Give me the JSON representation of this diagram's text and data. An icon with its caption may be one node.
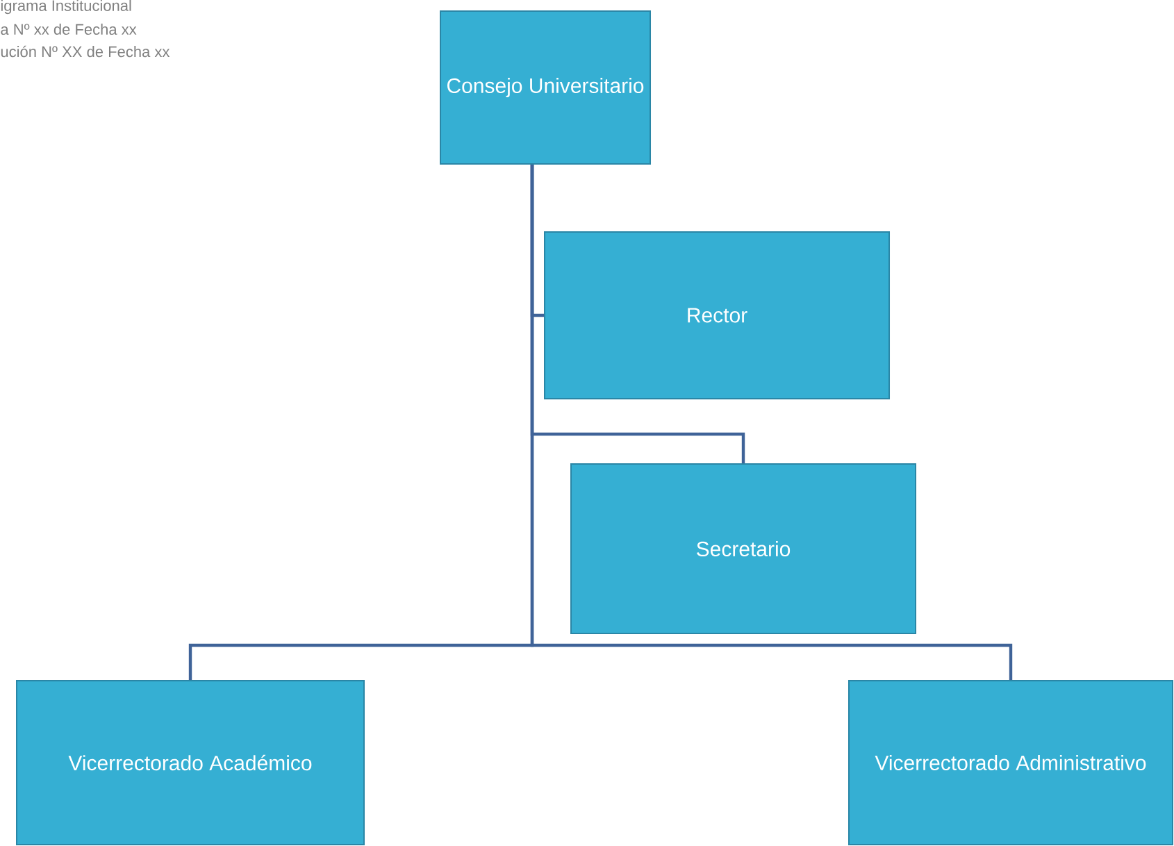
{
  "diagram": {
    "nodes": [
      {
        "text": [
          "Consejo Universitario"
        ]
      },
      {
        "text": [
          "Rector"
        ]
      },
      {
        "text": [
          "Secretario"
        ]
      },
      {
        "text": [
          "Vicerrectorado Académico"
        ]
      },
      {
        "text": [
          "Vicerrectorado Administrativo"
        ]
      }
    ],
    "edges": [
      {
        "from": 0,
        "to": 1,
        "arrow": "none"
      },
      {
        "from": 0,
        "to": 2,
        "arrow": "none"
      },
      {
        "from": 0,
        "to": 3,
        "arrow": "none"
      },
      {
        "from": 0,
        "to": 4,
        "arrow": "none"
      }
    ],
    "labels": [
      "igrama Institucional",
      "a Nº xx de Fecha xx",
      "ución Nº XX de Fecha xx"
    ]
  }
}
